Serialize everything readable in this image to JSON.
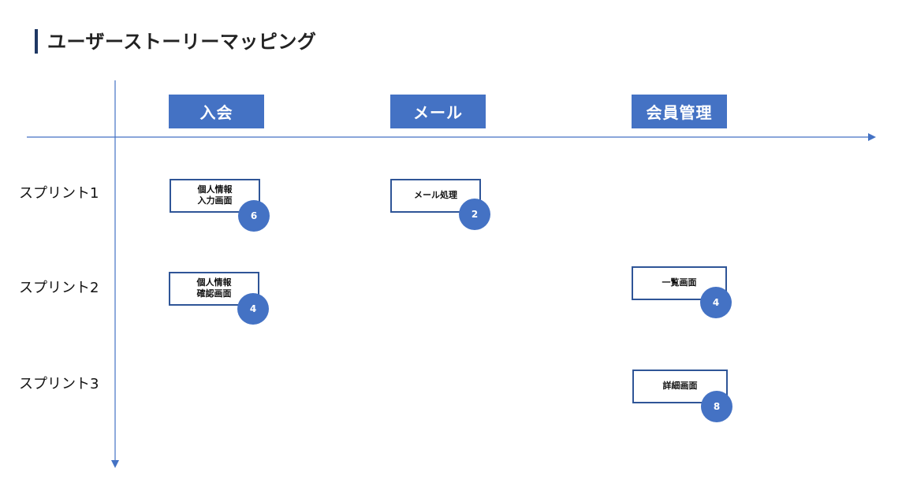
{
  "title": "ユーザーストーリーマッピング",
  "colors": {
    "title_bar": "#1f3864",
    "epic_fill": "#4472c4",
    "story_border": "#2f5597",
    "points_fill": "#4472c4",
    "axis": "#4472c4"
  },
  "epics": [
    {
      "label": "入会"
    },
    {
      "label": "メール"
    },
    {
      "label": "会員管理"
    }
  ],
  "sprints": [
    {
      "label": "スプリント1"
    },
    {
      "label": "スプリント2"
    },
    {
      "label": "スプリント3"
    }
  ],
  "stories": [
    {
      "epic": "入会",
      "sprint": "スプリント1",
      "label": "個人情報\n入力画面",
      "points": "6"
    },
    {
      "epic": "メール",
      "sprint": "スプリント1",
      "label": "メール処理",
      "points": "2"
    },
    {
      "epic": "入会",
      "sprint": "スプリント2",
      "label": "個人情報\n確認画面",
      "points": "4"
    },
    {
      "epic": "会員管理",
      "sprint": "スプリント2",
      "label": "一覧画面",
      "points": "4"
    },
    {
      "epic": "会員管理",
      "sprint": "スプリント3",
      "label": "詳細画面",
      "points": "8"
    }
  ]
}
